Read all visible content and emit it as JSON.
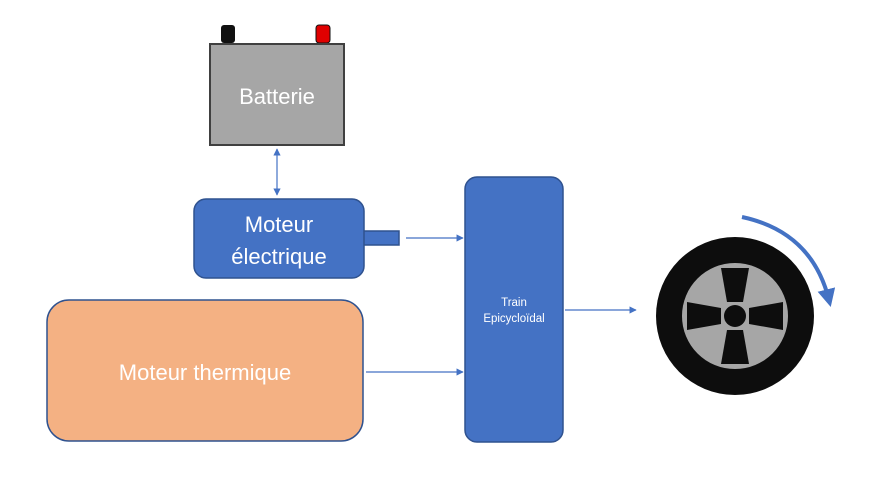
{
  "diagram": {
    "battery": {
      "label": "Batterie"
    },
    "electric_motor": {
      "line1": "Moteur",
      "line2": "électrique"
    },
    "thermal_engine": {
      "label": "Moteur thermique"
    },
    "planetary_gear": {
      "line1": "Train",
      "line2": "Epicycloïdal"
    }
  },
  "colors": {
    "battery_fill": "#a6a6a6",
    "battery_border": "#404040",
    "terminal_negative": "#111111",
    "terminal_positive": "#e00000",
    "blue_fill": "#4472c4",
    "blue_border": "#2f528f",
    "orange_fill": "#f4b183",
    "orange_border": "#2f528f",
    "arrow": "#4472c4",
    "tire": "#0d0d0d",
    "hub": "#a6a6a6"
  }
}
